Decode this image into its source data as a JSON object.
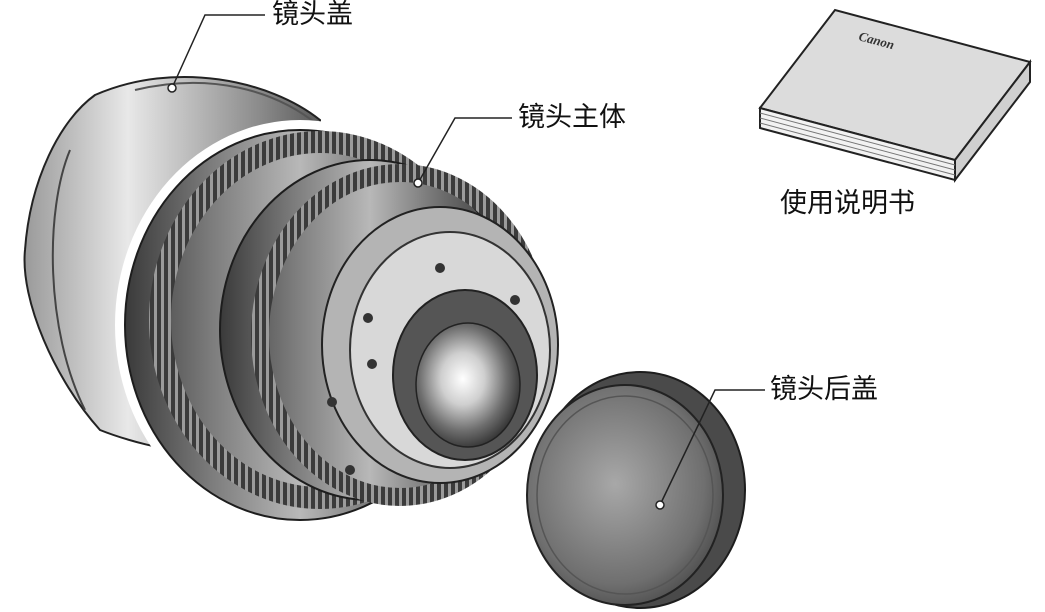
{
  "labels": {
    "lens_cap": "镜头盖",
    "lens_body": "镜头主体",
    "manual": "使用说明书",
    "rear_cap": "镜头后盖"
  },
  "manual_brand": "Canon"
}
